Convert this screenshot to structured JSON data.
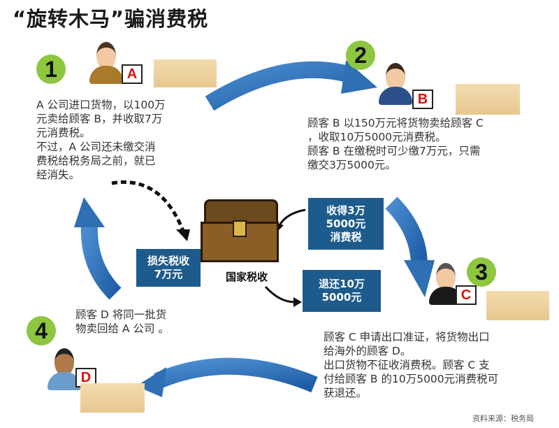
{
  "title": "“旋转木马”骗消费税",
  "steps": [
    {
      "number": "1",
      "tag": "A",
      "lines": [
        "A 公司进口货物，以100万",
        "元卖给顾客 B，并收取7万",
        "元消费税。",
        "不过，A 公司还未缴交消",
        "费税给税务局之前，就已",
        "经消失。"
      ]
    },
    {
      "number": "2",
      "tag": "B",
      "lines": [
        "顾客 B 以150万元将货物卖给顾客 C",
        "，收取10万5000元消费税。",
        "顾客 B 在缴税时可少缴7万元，只需",
        "缴交3万5000元。"
      ]
    },
    {
      "number": "3",
      "tag": "C",
      "lines": [
        "顾客 C 申请出口准证，将货物出口",
        "给海外的顾客 D。",
        "出口货物不征收消费税。顾客 C 支",
        "付给顾客 B 的10万5000元消费税可",
        "获退还。"
      ]
    },
    {
      "number": "4",
      "tag": "D",
      "lines": [
        "顾客 D 将同一批货",
        "物卖回给 A 公司 。"
      ]
    }
  ],
  "center_label": "国家税收",
  "panels": {
    "received": [
      "收得3万",
      "5000元",
      "消费税"
    ],
    "lost": [
      "损失税收",
      "7万元"
    ],
    "refund": [
      "退还10万",
      "5000元"
    ]
  },
  "source": "资料来源：税务局",
  "colors": {
    "arrow": "#2f6fb3",
    "panel": "#1d5b8c",
    "badge": "#8dc63f",
    "tag_letter": "#d11111"
  }
}
